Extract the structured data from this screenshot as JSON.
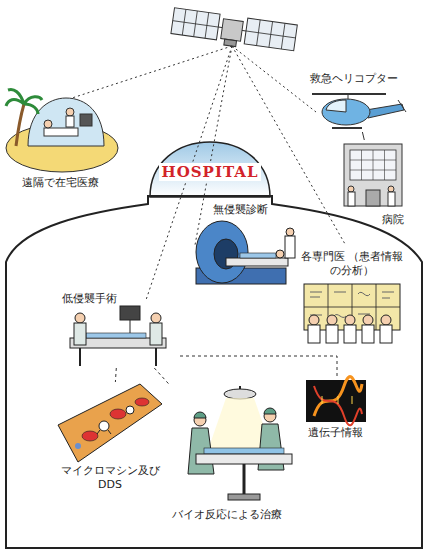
{
  "diagram": {
    "nodes": [
      {
        "text": [
          "遠隔で在宅医療"
        ]
      },
      {
        "text": [
          "救急ヘリコプター"
        ]
      },
      {
        "text": [
          "HOSPITAL"
        ]
      },
      {
        "text": [
          "病院"
        ]
      },
      {
        "text": [
          "無侵襲診断"
        ],
        "in": 2
      },
      {
        "text": [
          "各専門医 （患者情報の分析）"
        ],
        "in": 2
      },
      {
        "text": [
          "低侵襲手術"
        ],
        "in": 2
      },
      {
        "text": [
          "マイクロマシン及び DDS"
        ],
        "in": 2
      },
      {
        "text": [
          "バイオ反応による治療"
        ],
        "in": 2
      },
      {
        "text": [
          "遺伝子情報"
        ],
        "in": 2
      }
    ],
    "edges": [
      {
        "from": 1,
        "to": 3,
        "arrow": "none"
      },
      {
        "from": 6,
        "to": 7,
        "arrow": "none"
      },
      {
        "from": 6,
        "to": 8,
        "arrow": "none"
      },
      {
        "from": 6,
        "to": 9,
        "arrow": "none"
      }
    ]
  }
}
